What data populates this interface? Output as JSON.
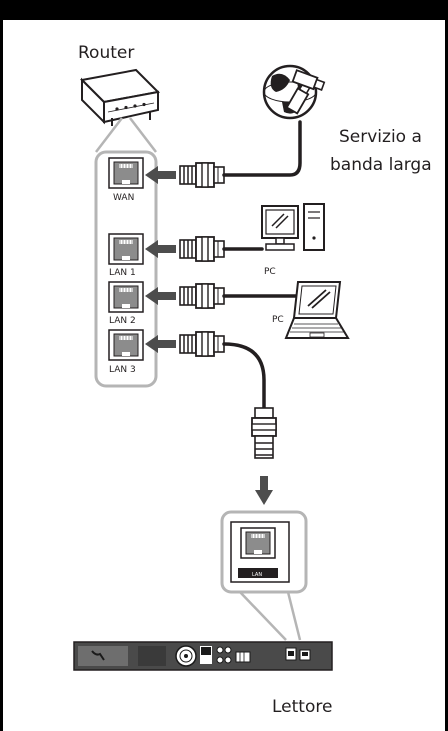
{
  "labels": {
    "router": "Router",
    "broadband_line1": "Servizio a",
    "broadband_line2": "banda larga",
    "pc1": "PC",
    "pc2": "PC",
    "player": "Lettore"
  },
  "ports": {
    "wan": "WAN",
    "lan1": "LAN 1",
    "lan2": "LAN 2",
    "lan3": "LAN 3",
    "player_lan": "LAN"
  },
  "colors": {
    "panel_border": "#b5b5b5",
    "jack": "#8c8c8c",
    "arrow": "#4d4d4d",
    "ink": "#231f20"
  }
}
